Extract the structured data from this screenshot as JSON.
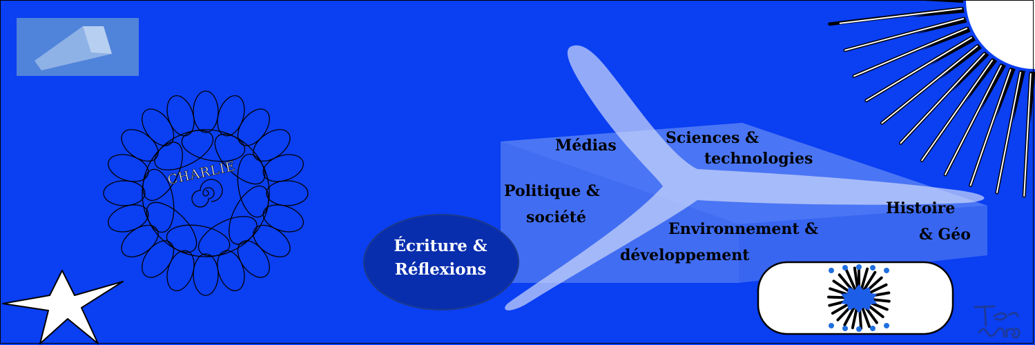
{
  "background_color": "#0a3ff2",
  "center": {
    "line1": "Écriture &",
    "line2": "Réflexions"
  },
  "categories": {
    "medias": "Médias",
    "sciences_1": "Sciences &",
    "sciences_2": "technologies",
    "politique_1": "Politique &",
    "politique_2": "société",
    "environnement_1": "Environnement &",
    "environnement_2": "développement",
    "histoire_1": "Histoire",
    "histoire_2": "& Géo"
  },
  "spiral_label": "CHARLIE",
  "icons": [
    "prism-thumbnail-icon",
    "sun-icon",
    "starfish-icon",
    "boomerang-icon",
    "starburst-icon",
    "signature-logo"
  ]
}
